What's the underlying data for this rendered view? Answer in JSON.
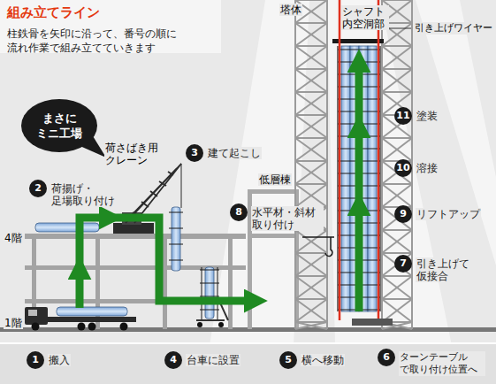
{
  "diagram": {
    "title": "組み立てライン",
    "caption": "柱鉄骨を矢印に沿って、番号の順に 流れ作業で組み立てていきます",
    "nodes": [
      {
        "text": [
          "まさに ミニ工場"
        ]
      },
      {
        "text": [
          "1",
          "搬入"
        ]
      },
      {
        "text": [
          "2",
          "荷揚げ・ 足場取り付け"
        ]
      },
      {
        "text": [
          "3",
          "建て起こし"
        ]
      },
      {
        "text": [
          "4",
          "台車に設置"
        ]
      },
      {
        "text": [
          "5",
          "横へ移動"
        ]
      },
      {
        "text": [
          "6",
          "ターンテーブル で取り付け位置へ"
        ]
      },
      {
        "text": [
          "7",
          "引き上げて 仮接合"
        ]
      },
      {
        "text": [
          "8",
          "水平材・斜材 取り付け"
        ]
      },
      {
        "text": [
          "9",
          "リフトアップ"
        ]
      },
      {
        "text": [
          "10",
          "溶接"
        ]
      },
      {
        "text": [
          "11",
          "塗装"
        ]
      }
    ],
    "labels": [
      "塔体",
      "シャフト 内空洞部",
      "引き上げワイヤー",
      "荷さばき用 クレーン",
      "低層棟",
      "4階",
      "1階"
    ]
  }
}
